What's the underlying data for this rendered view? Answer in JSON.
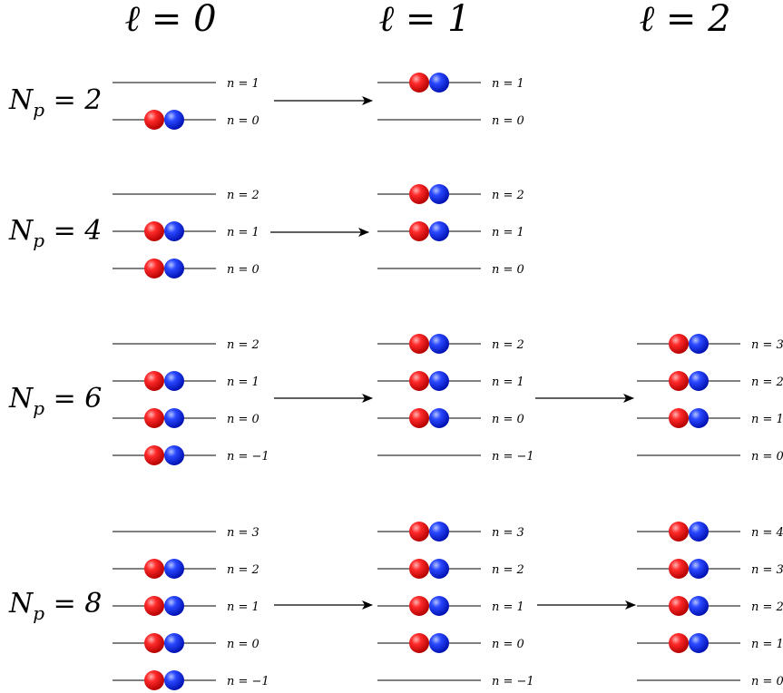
{
  "colors": {
    "proton": "#ff1a1a",
    "neutron": "#1f3dff",
    "line": "#000000",
    "background": "#ffffff"
  },
  "headers": [
    "ℓ = 0",
    "ℓ = 1",
    "ℓ = 2"
  ],
  "rows": [
    {
      "label_base": "N",
      "label_sub": "p",
      "label_rhs": " = 2",
      "columns": [
        {
          "levels": [
            {
              "label": "n = 1",
              "occupied": false
            },
            {
              "label": "n = 0",
              "occupied": true
            }
          ]
        },
        {
          "levels": [
            {
              "label": "n = 1",
              "occupied": true
            },
            {
              "label": "n = 0",
              "occupied": false
            }
          ]
        }
      ]
    },
    {
      "label_base": "N",
      "label_sub": "p",
      "label_rhs": " = 4",
      "columns": [
        {
          "levels": [
            {
              "label": "n = 2",
              "occupied": false
            },
            {
              "label": "n = 1",
              "occupied": true
            },
            {
              "label": "n = 0",
              "occupied": true
            }
          ]
        },
        {
          "levels": [
            {
              "label": "n = 2",
              "occupied": true
            },
            {
              "label": "n = 1",
              "occupied": true
            },
            {
              "label": "n = 0",
              "occupied": false
            }
          ]
        }
      ]
    },
    {
      "label_base": "N",
      "label_sub": "p",
      "label_rhs": " = 6",
      "columns": [
        {
          "levels": [
            {
              "label": "n = 2",
              "occupied": false
            },
            {
              "label": "n = 1",
              "occupied": true
            },
            {
              "label": "n = 0",
              "occupied": true
            },
            {
              "label": "n = −1",
              "occupied": true
            }
          ]
        },
        {
          "levels": [
            {
              "label": "n = 2",
              "occupied": true
            },
            {
              "label": "n = 1",
              "occupied": true
            },
            {
              "label": "n = 0",
              "occupied": true
            },
            {
              "label": "n = −1",
              "occupied": false
            }
          ]
        },
        {
          "levels": [
            {
              "label": "n = 3",
              "occupied": true
            },
            {
              "label": "n = 2",
              "occupied": true
            },
            {
              "label": "n = 1",
              "occupied": true
            },
            {
              "label": "n = 0",
              "occupied": false
            }
          ]
        }
      ]
    },
    {
      "label_base": "N",
      "label_sub": "p",
      "label_rhs": " = 8",
      "columns": [
        {
          "levels": [
            {
              "label": "n = 3",
              "occupied": false
            },
            {
              "label": "n = 2",
              "occupied": true
            },
            {
              "label": "n = 1",
              "occupied": true
            },
            {
              "label": "n = 0",
              "occupied": true
            },
            {
              "label": "n = −1",
              "occupied": true
            }
          ]
        },
        {
          "levels": [
            {
              "label": "n = 3",
              "occupied": true
            },
            {
              "label": "n = 2",
              "occupied": true
            },
            {
              "label": "n = 1",
              "occupied": true
            },
            {
              "label": "n = 0",
              "occupied": true
            },
            {
              "label": "n = −1",
              "occupied": false
            }
          ]
        },
        {
          "levels": [
            {
              "label": "n = 4",
              "occupied": true
            },
            {
              "label": "n = 3",
              "occupied": true
            },
            {
              "label": "n = 2",
              "occupied": true
            },
            {
              "label": "n = 1",
              "occupied": true
            },
            {
              "label": "n = 0",
              "occupied": false
            }
          ]
        }
      ]
    }
  ]
}
